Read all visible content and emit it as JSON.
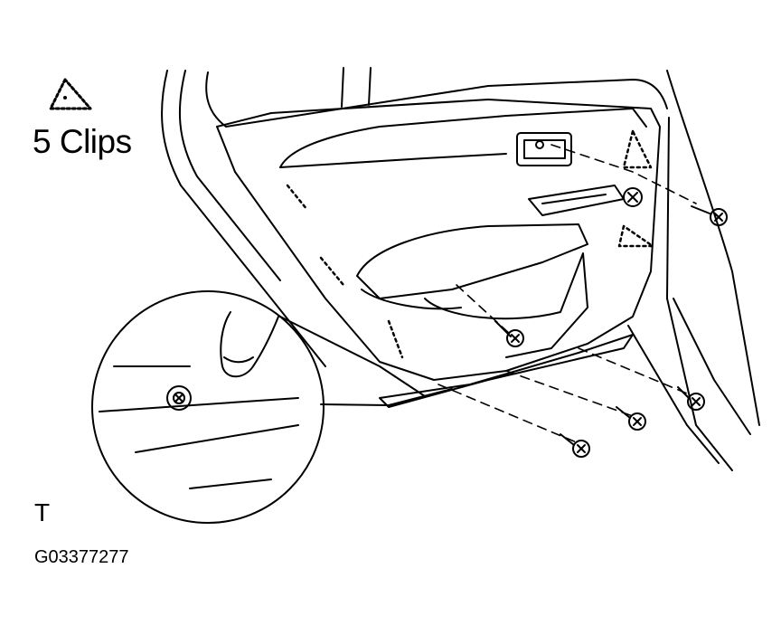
{
  "legend": {
    "symbol_icon": "dashed-triangle-clip-icon",
    "label": "5 Clips"
  },
  "view_marker": "T",
  "figure_code": "G03377277",
  "colors": {
    "line": "#000000",
    "background": "#ffffff"
  }
}
